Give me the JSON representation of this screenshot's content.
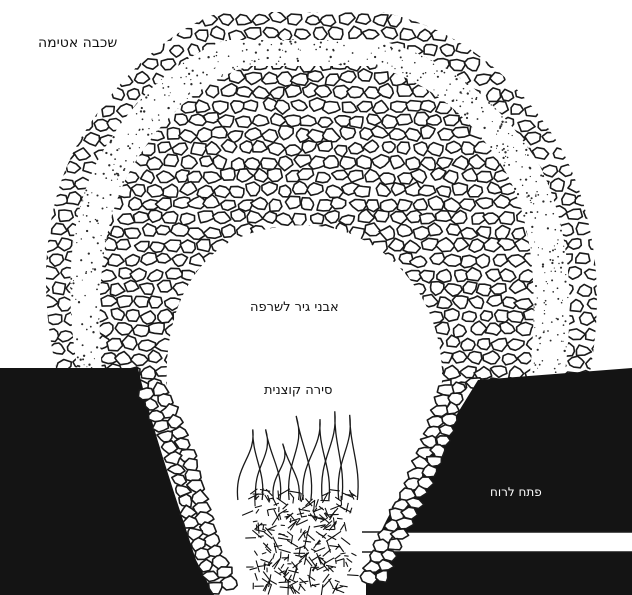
{
  "labels": {
    "sealing_layer": "שכבה אטימה",
    "limestones": "אבני גיר לשרפה",
    "thorn_fuel": "סירה קוצנית",
    "air_opening": "פתח לרוח"
  },
  "colors": {
    "ground": "#141414",
    "stroke": "#1a1a1a",
    "background": "#ffffff"
  }
}
